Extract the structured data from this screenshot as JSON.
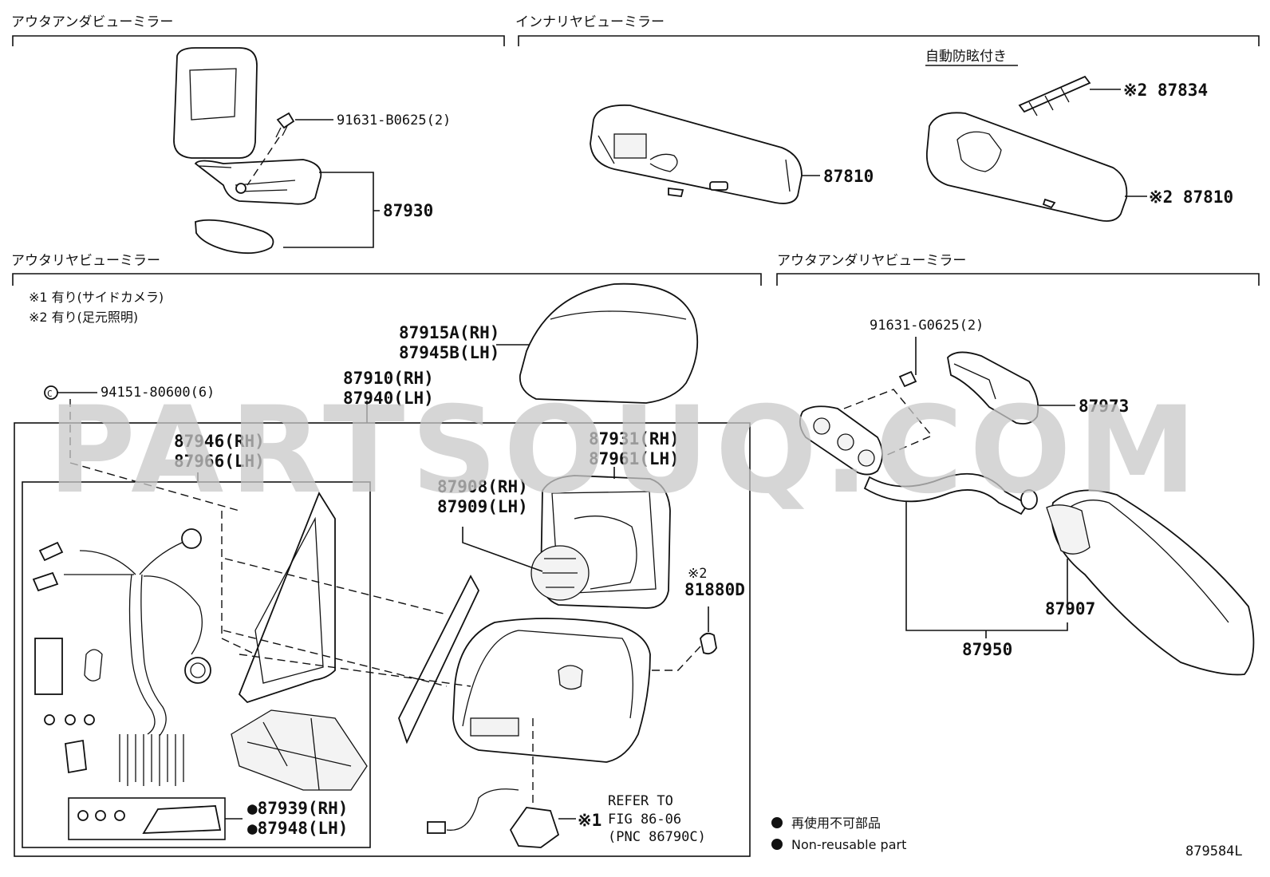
{
  "sections": {
    "outer_under_view": "アウタアンダビューミラー",
    "inner_rear_view": "インナリヤビューミラー",
    "outer_rear_view": "アウタリヤビューミラー",
    "outer_under_rear_view": "アウタアンダリヤビューミラー"
  },
  "sub_labels": {
    "auto_antiglare": "自動防眩付き"
  },
  "notes": {
    "note1": "※1 有り(サイドカメラ)",
    "note2": "※2 有り(足元照明)"
  },
  "parts": {
    "p91631_b0625": "91631-B0625(2)",
    "p87930": "87930",
    "p87810_a": "87810",
    "p87834": "※2 87834",
    "p87810_b": "※2 87810",
    "p87915a": "87915A(RH)",
    "p87945b": "87945B(LH)",
    "p94151": "94151-80600(6)",
    "p87910": "87910(RH)",
    "p87940": "87940(LH)",
    "p87946": "87946(RH)",
    "p87966": "87966(LH)",
    "p87931": "87931(RH)",
    "p87961": "87961(LH)",
    "p87908": "87908(RH)",
    "p87909": "87909(LH)",
    "p81880d_mark": "※2",
    "p81880d": "81880D",
    "p87939": "●87939(RH)",
    "p87948": "●87948(LH)",
    "p91631_g0625": "91631-G0625(2)",
    "p87973": "87973",
    "p87907": "87907",
    "p87950": "87950",
    "p_camera_mark": "※1"
  },
  "refer": {
    "line1": "REFER TO",
    "line2": "FIG 86-06",
    "line3": "(PNC 86790C)"
  },
  "legend": {
    "jp": "再使用不可部品",
    "en": "Non-reusable part"
  },
  "diagram_code": "879584L",
  "watermark": "PARTSOUQ.COM"
}
